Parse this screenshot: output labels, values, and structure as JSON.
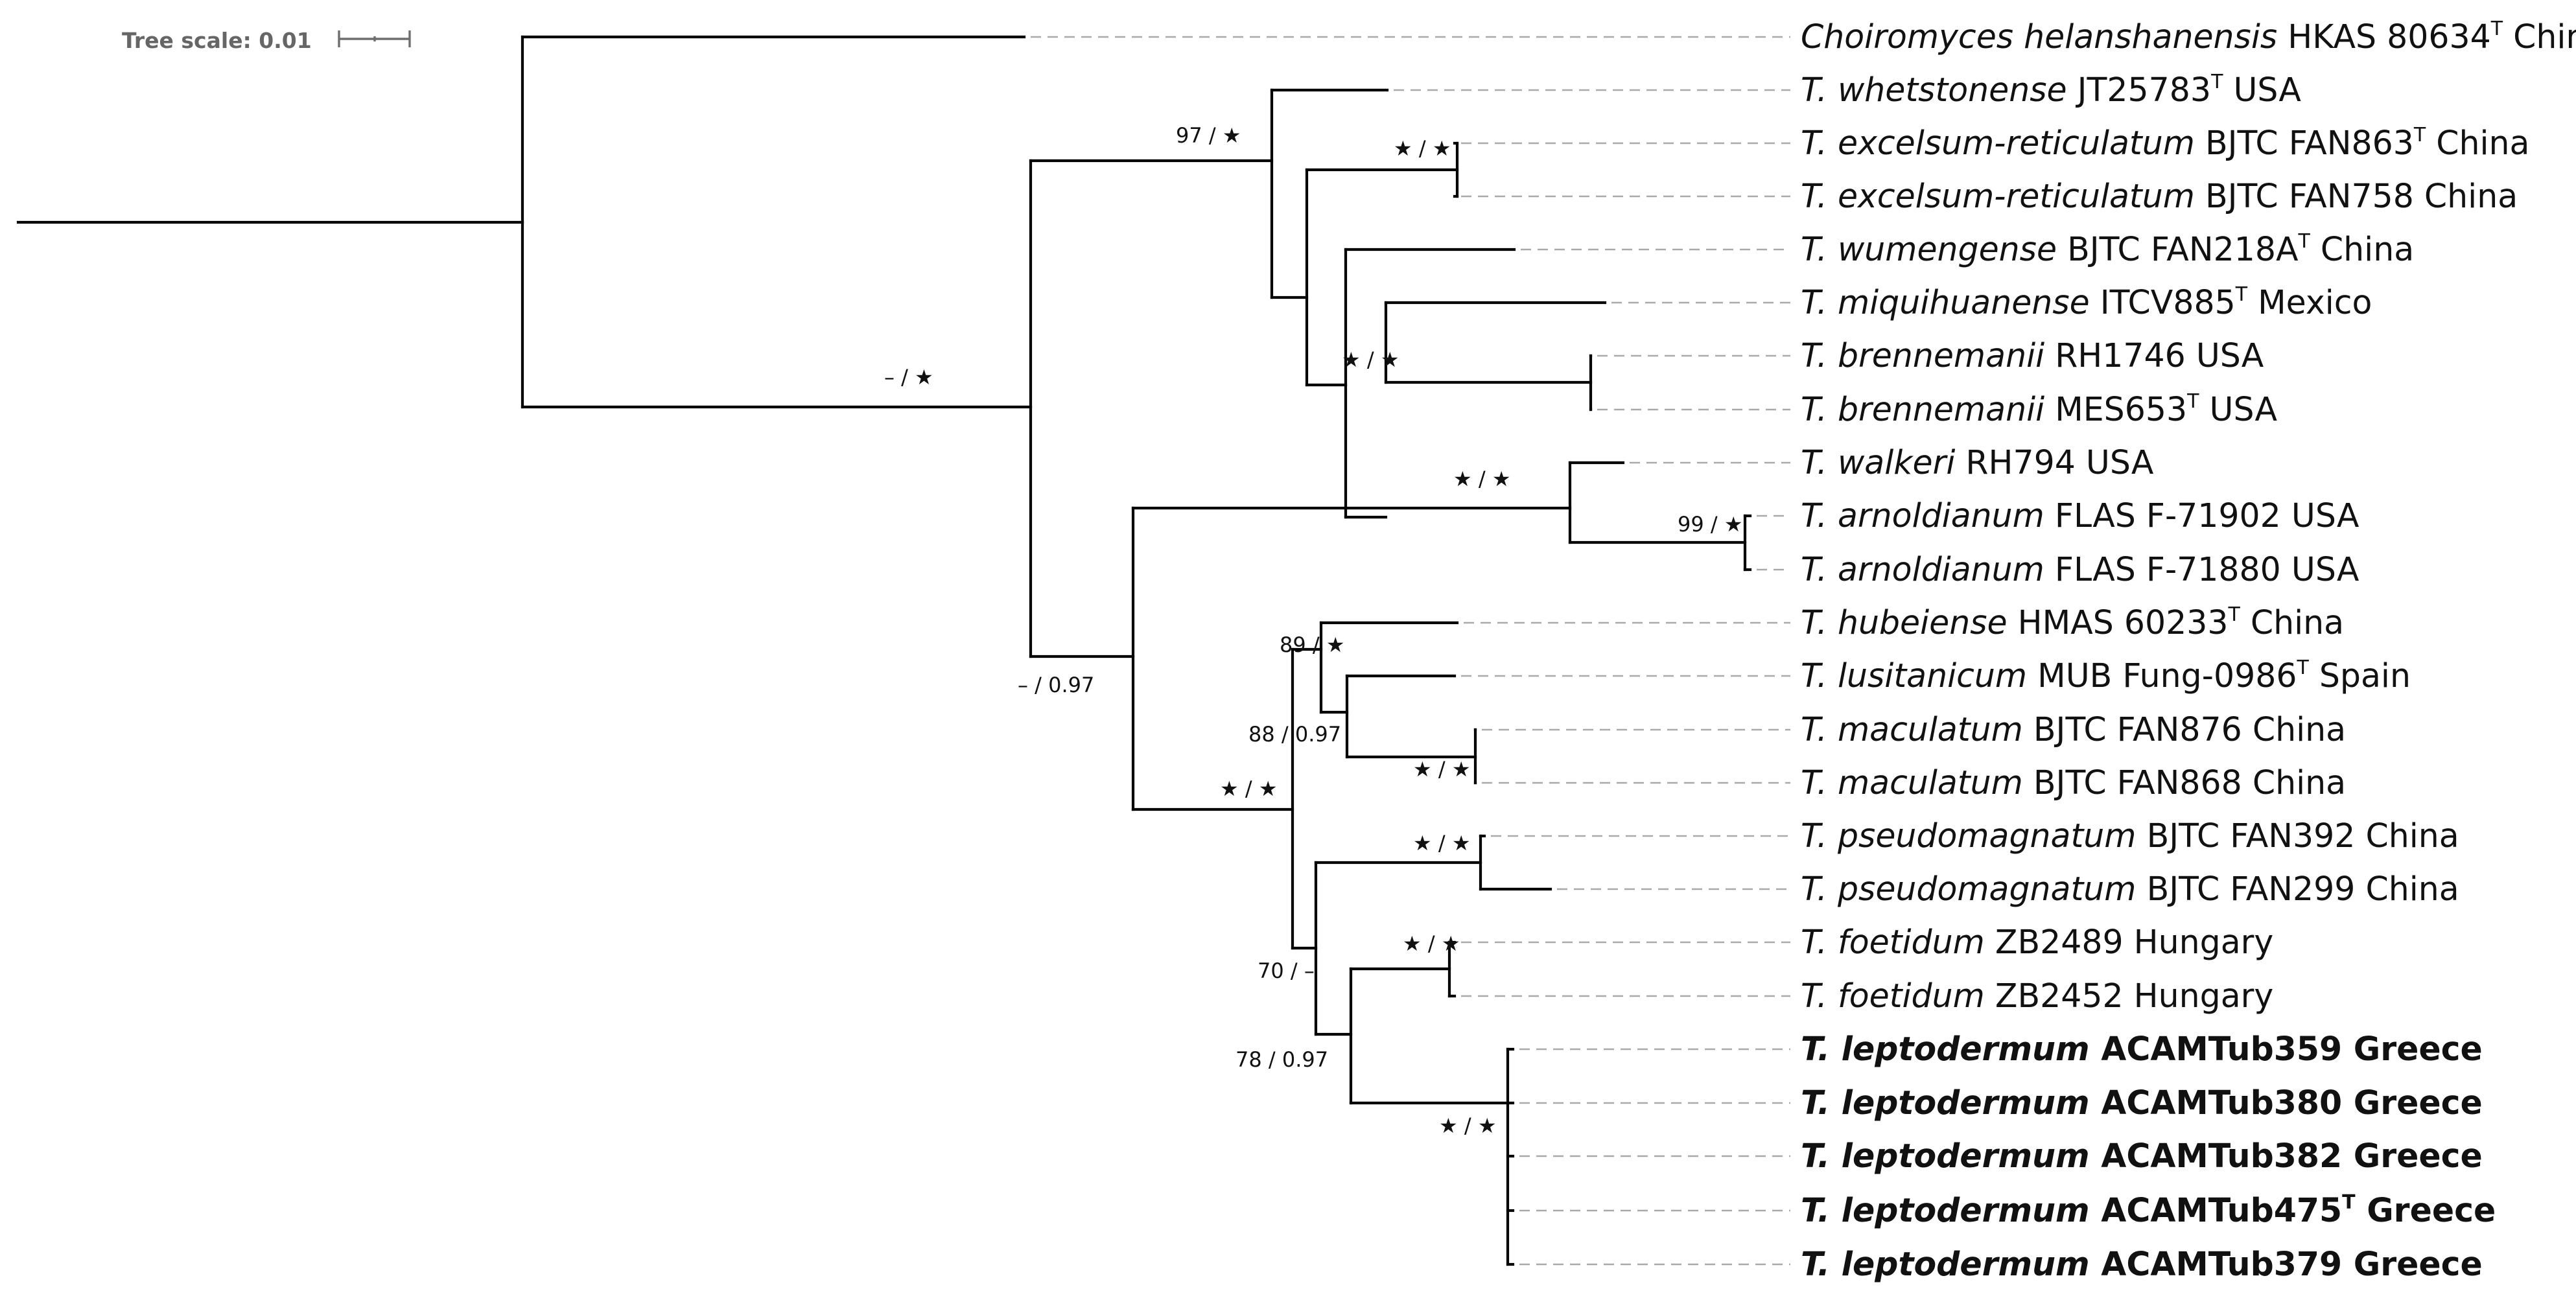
{
  "scale": {
    "label": "Tree scale: 0.01"
  },
  "tips": [
    {
      "species": "Choiromyces helanshanensis",
      "voucher": "HKAS 80634",
      "type": true,
      "country": "China",
      "bold": false
    },
    {
      "species": "T. whetstonense",
      "voucher": "JT25783",
      "type": true,
      "country": "USA",
      "bold": false
    },
    {
      "species": "T. excelsum-reticulatum",
      "voucher": "BJTC FAN863",
      "type": true,
      "country": "China",
      "bold": false
    },
    {
      "species": "T. excelsum-reticulatum",
      "voucher": "BJTC FAN758",
      "type": false,
      "country": "China",
      "bold": false
    },
    {
      "species": "T. wumengense",
      "voucher": "BJTC FAN218A",
      "type": true,
      "country": "China",
      "bold": false
    },
    {
      "species": "T. miquihuanense",
      "voucher": "ITCV885",
      "type": true,
      "country": "Mexico",
      "bold": false
    },
    {
      "species": "T. brennemanii",
      "voucher": "RH1746",
      "type": false,
      "country": "USA",
      "bold": false
    },
    {
      "species": "T. brennemanii",
      "voucher": "MES653",
      "type": true,
      "country": "USA",
      "bold": false
    },
    {
      "species": "T. walkeri",
      "voucher": "RH794",
      "type": false,
      "country": "USA",
      "bold": false
    },
    {
      "species": "T. arnoldianum",
      "voucher": "FLAS F-71902",
      "type": false,
      "country": "USA",
      "bold": false
    },
    {
      "species": "T. arnoldianum",
      "voucher": "FLAS F-71880",
      "type": false,
      "country": "USA",
      "bold": false
    },
    {
      "species": "T. hubeiense",
      "voucher": "HMAS 60233",
      "type": true,
      "country": "China",
      "bold": false
    },
    {
      "species": "T. lusitanicum",
      "voucher": "MUB Fung-0986",
      "type": true,
      "country": "Spain",
      "bold": false
    },
    {
      "species": "T. maculatum",
      "voucher": "BJTC FAN876",
      "type": false,
      "country": "China",
      "bold": false
    },
    {
      "species": "T. maculatum",
      "voucher": "BJTC FAN868",
      "type": false,
      "country": "China",
      "bold": false
    },
    {
      "species": "T. pseudomagnatum",
      "voucher": "BJTC FAN392",
      "type": false,
      "country": "China",
      "bold": false
    },
    {
      "species": "T. pseudomagnatum",
      "voucher": "BJTC FAN299",
      "type": false,
      "country": "China",
      "bold": false
    },
    {
      "species": "T. foetidum",
      "voucher": "ZB2489",
      "type": false,
      "country": "Hungary",
      "bold": false
    },
    {
      "species": "T. foetidum",
      "voucher": "ZB2452",
      "type": false,
      "country": "Hungary",
      "bold": false
    },
    {
      "species": "T. leptodermum",
      "voucher": "ACAMTub359",
      "type": false,
      "country": "Greece",
      "bold": true
    },
    {
      "species": "T. leptodermum",
      "voucher": "ACAMTub380",
      "type": false,
      "country": "Greece",
      "bold": true
    },
    {
      "species": "T. leptodermum",
      "voucher": "ACAMTub382",
      "type": false,
      "country": "Greece",
      "bold": true
    },
    {
      "species": "T. leptodermum",
      "voucher": "ACAMTub475",
      "type": true,
      "country": "Greece",
      "bold": true
    },
    {
      "species": "T. leptodermum",
      "voucher": "ACAMTub379",
      "type": false,
      "country": "Greece",
      "bold": true
    }
  ],
  "type_mark": "T",
  "support": [
    {
      "label": "97 / ★"
    },
    {
      "label": "★ / ★"
    },
    {
      "label": "★ / ★"
    },
    {
      "label": "– / ★"
    },
    {
      "label": "★ / ★"
    },
    {
      "label": "99 / ★"
    },
    {
      "label": "– / 0.97"
    },
    {
      "label": "89 / ★"
    },
    {
      "label": "88 / 0.97"
    },
    {
      "label": "★ / ★"
    },
    {
      "label": "★ / ★"
    },
    {
      "label": "★ / ★"
    },
    {
      "label": "★ / ★"
    },
    {
      "label": "70 / –"
    },
    {
      "label": "78 / 0.97"
    },
    {
      "label": "★ / ★"
    }
  ]
}
